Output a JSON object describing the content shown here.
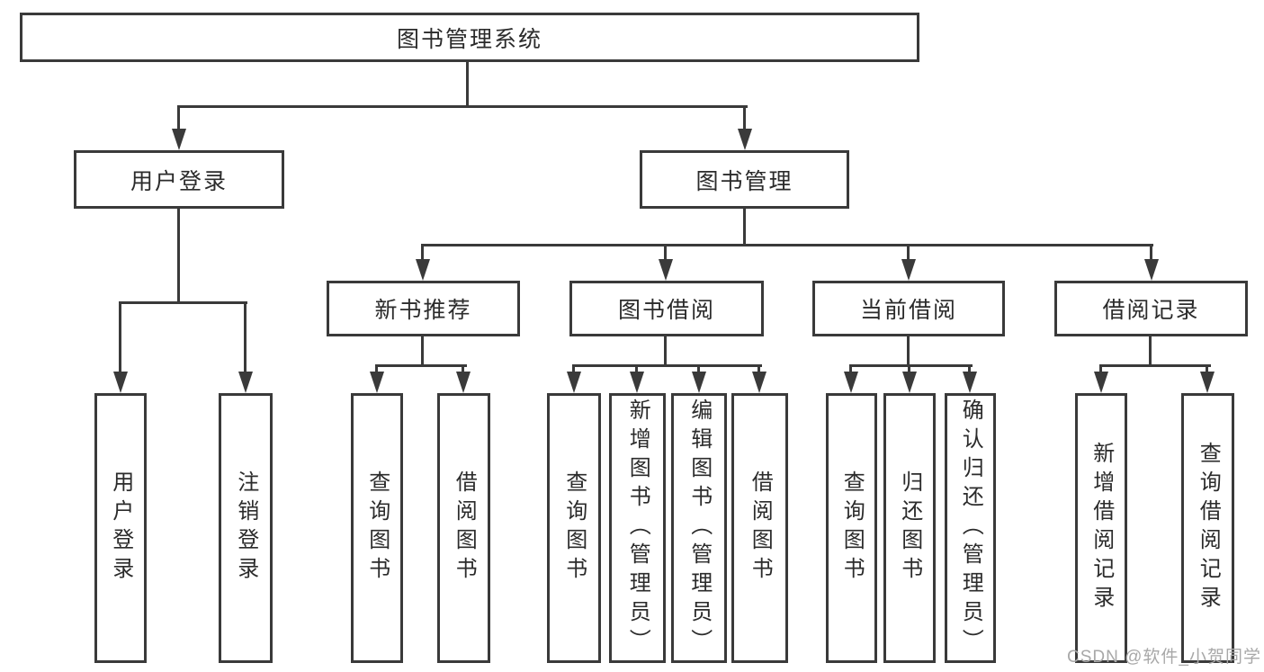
{
  "title": {
    "label": "图书管理系统"
  },
  "tree": {
    "user_login": {
      "label": "用户登录",
      "children": [
        "用户登录",
        "注销登录"
      ]
    },
    "book_management": {
      "label": "图书管理",
      "sections": [
        {
          "label": "新书推荐",
          "children": [
            "查询图书",
            "借阅图书"
          ]
        },
        {
          "label": "图书借阅",
          "children": [
            "查询图书",
            "新增图书（管理员）",
            "编辑图书（管理员）",
            "借阅图书"
          ]
        },
        {
          "label": "当前借阅",
          "children": [
            "查询图书",
            "归还图书",
            "确认归还（管理员）"
          ]
        },
        {
          "label": "借阅记录",
          "children": [
            "新增借阅记录",
            "查询借阅记录"
          ]
        }
      ]
    }
  },
  "watermark": {
    "text": "CSDN @软件_小贺同学"
  },
  "colors": {
    "line": "#3a3a3a",
    "text": "#2b2b2b",
    "watermark": "#a8a8a8",
    "background": "#ffffff"
  }
}
